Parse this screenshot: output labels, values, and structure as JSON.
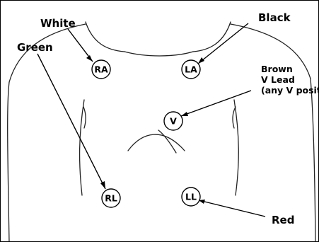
{
  "diagram": {
    "electrodes": [
      {
        "id": "ra",
        "label": "RA"
      },
      {
        "id": "la",
        "label": "LA"
      },
      {
        "id": "v",
        "label": "V"
      },
      {
        "id": "rl",
        "label": "RL"
      },
      {
        "id": "ll",
        "label": "LL"
      }
    ],
    "labels": {
      "white": "White",
      "green": "Green",
      "black": "Black",
      "brown_line1": "Brown",
      "brown_line2": "V Lead",
      "brown_line3": "(any V position)",
      "red": "Red"
    }
  }
}
